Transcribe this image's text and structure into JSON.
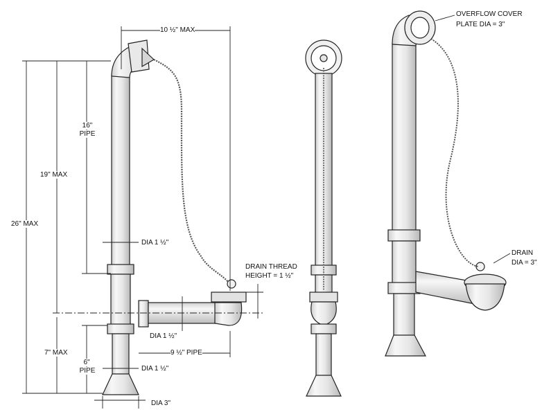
{
  "labels": {
    "top_width": "10 ½\" MAX",
    "pipe_16": "16\"",
    "pipe_16_sub": "PIPE",
    "max_19": "19\" MAX",
    "max_26": "26\" MAX",
    "max_7": "7\" MAX",
    "pipe_6": "6\"",
    "pipe_6_sub": "PIPE",
    "dia_upper": "DIA 1 ½\"",
    "dia_tee": "DIA 1 ½\"",
    "dia_lower": "DIA 1 ½\"",
    "dia_base": "DIA 3\"",
    "pipe_9": "9 ½\" PIPE",
    "drain_thread_1": "DRAIN THREAD",
    "drain_thread_2": "HEIGHT = 1 ½\"",
    "overflow_1": "OVERFLOW COVER",
    "overflow_2": "PLATE DIA = 3\"",
    "drain_1": "DRAIN",
    "drain_2": "DIA = 3\""
  }
}
